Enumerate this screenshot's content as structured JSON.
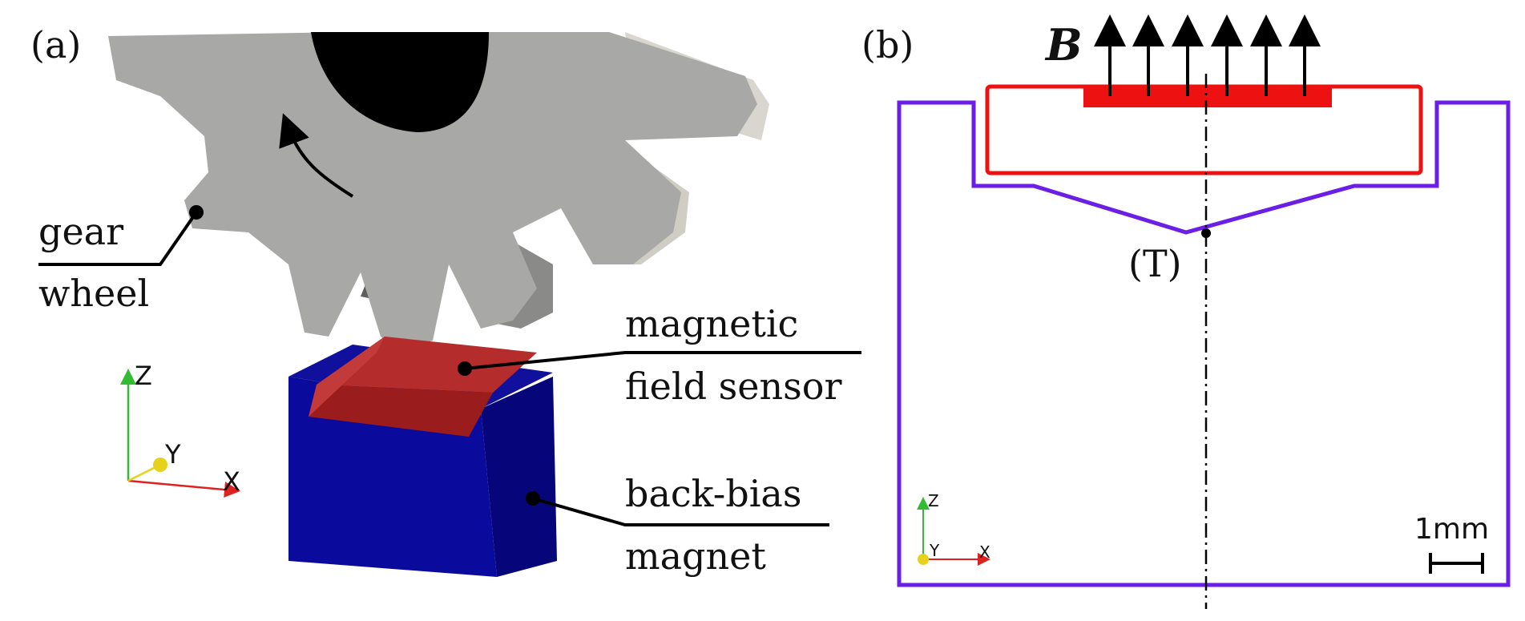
{
  "panel_a": {
    "tag": "(a)",
    "gear_label_1": "gear",
    "gear_label_2": "wheel",
    "sensor_label_1": "magnetic",
    "sensor_label_2": "field sensor",
    "magnet_label_1": "back-bias",
    "magnet_label_2": "magnet",
    "axes": {
      "z": "Z",
      "y": "Y",
      "x": "X"
    }
  },
  "panel_b": {
    "tag": "(b)",
    "field_symbol": "B",
    "point_label": "(T)",
    "scale_label": "1mm",
    "axes": {
      "z": "Z",
      "y": "Y",
      "x": "X"
    }
  },
  "colors": {
    "gear": "#a8a8a6",
    "gear_side": "#cfcfc8",
    "gear_hub": "#000000",
    "magnet": "#0a0a9c",
    "magnet_dark": "#05056e",
    "sensor": "#b52424",
    "sensor_outline": "#ee1111",
    "magnet_outline": "#6a1ee6",
    "axis_x": "#dd2222",
    "axis_y": "#e6d21a",
    "axis_z": "#33bb33"
  }
}
